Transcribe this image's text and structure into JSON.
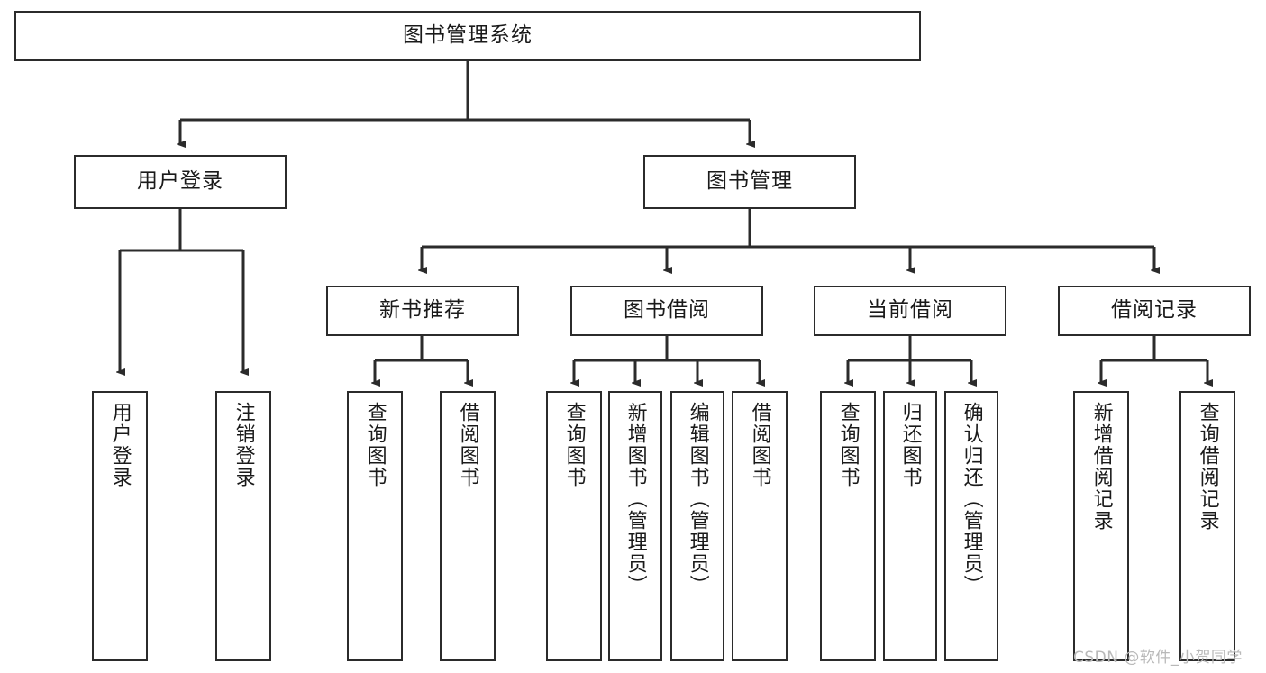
{
  "diagram": {
    "type": "tree",
    "title": "图书管理系统",
    "root": {
      "label": "图书管理系统"
    },
    "level1": [
      {
        "label": "用户登录"
      },
      {
        "label": "图书管理"
      }
    ],
    "level2": [
      {
        "label": "新书推荐"
      },
      {
        "label": "图书借阅"
      },
      {
        "label": "当前借阅"
      },
      {
        "label": "借阅记录"
      }
    ],
    "leaves": {
      "user_login": [
        {
          "label": "用户登录"
        },
        {
          "label": "注销登录"
        }
      ],
      "new_book": [
        {
          "label": "查询图书"
        },
        {
          "label": "借阅图书"
        }
      ],
      "book_borrow": [
        {
          "label": "查询图书"
        },
        {
          "label": "新增图书（管理员）"
        },
        {
          "label": "编辑图书（管理员）"
        },
        {
          "label": "借阅图书"
        }
      ],
      "current_borrow": [
        {
          "label": "查询图书"
        },
        {
          "label": "归还图书"
        },
        {
          "label": "确认归还（管理员）"
        }
      ],
      "borrow_record": [
        {
          "label": "新增借阅记录"
        },
        {
          "label": "查询借阅记录"
        }
      ]
    }
  },
  "watermark": {
    "text": "CSDN @软件_小贺同学"
  },
  "colors": {
    "stroke": "#2b2b2b",
    "background": "#ffffff",
    "text": "#1a1a1a",
    "watermark": "#b9b9b9"
  }
}
